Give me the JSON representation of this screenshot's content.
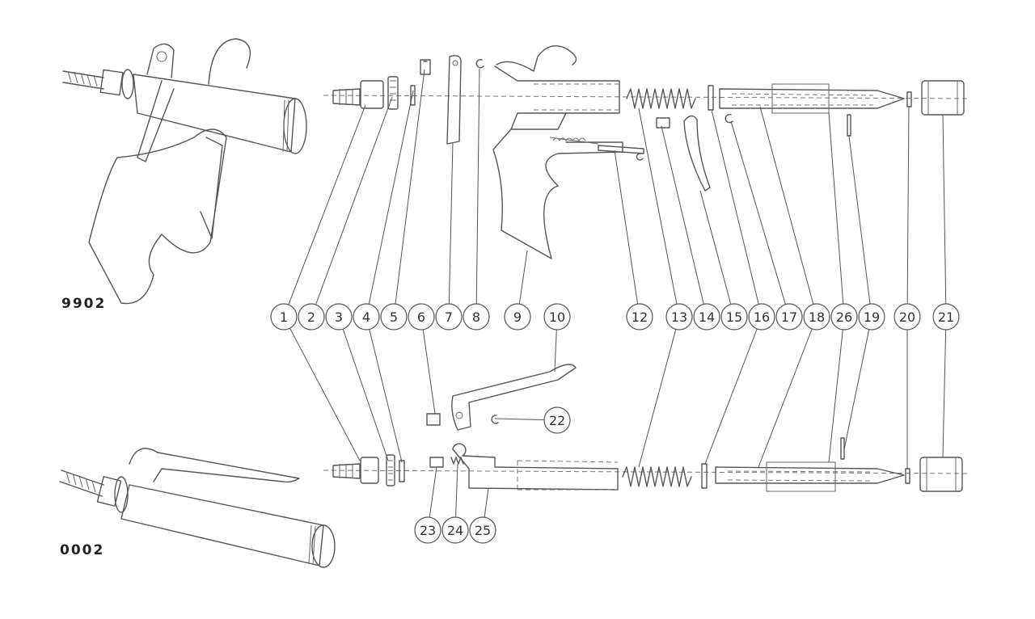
{
  "models": {
    "top": "9902",
    "bottom": "0002"
  },
  "callouts": [
    "1",
    "2",
    "3",
    "4",
    "5",
    "6",
    "7",
    "8",
    "9",
    "10",
    "12",
    "13",
    "14",
    "15",
    "16",
    "17",
    "18",
    "26",
    "19",
    "20",
    "21",
    "22",
    "23",
    "24",
    "25"
  ],
  "colors": {
    "line": "#555555",
    "background": "#ffffff"
  }
}
